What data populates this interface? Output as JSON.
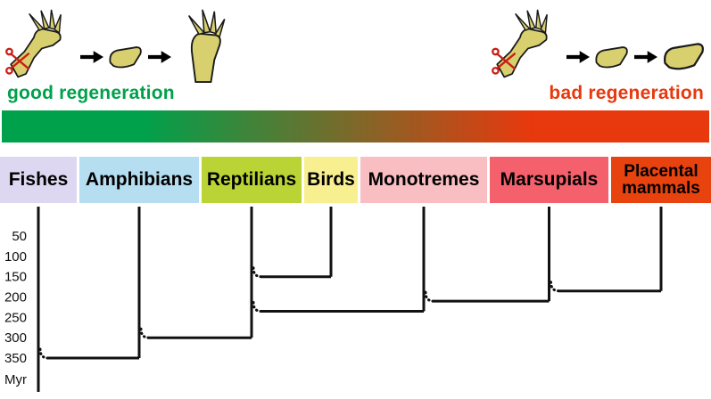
{
  "figure": {
    "good_label": "good regeneration",
    "bad_label": "bad regeneration",
    "good_color": "#00a14b",
    "bad_color": "#e8380d",
    "gradient": {
      "left": "#00a14b",
      "right": "#e8380d"
    }
  },
  "illustration": {
    "left_sequence": [
      "limb amputated with scissors",
      "stump",
      "regenerated limb with digits"
    ],
    "right_sequence": [
      "limb amputated with scissors",
      "stump",
      "unregenerated stump"
    ]
  },
  "taxa": [
    {
      "name": "Fishes",
      "color": "#ded7f2"
    },
    {
      "name": "Amphibians",
      "color": "#b5def0"
    },
    {
      "name": "Reptilians",
      "color": "#b9d434"
    },
    {
      "name": "Birds",
      "color": "#f8ef90"
    },
    {
      "name": "Monotremes",
      "color": "#f9bec2"
    },
    {
      "name": "Marsupials",
      "color": "#f4606c"
    },
    {
      "name": "Placental mammals",
      "color": "#e8430f"
    }
  ],
  "axis": {
    "ticks": [
      50,
      100,
      150,
      200,
      250,
      300,
      350
    ],
    "unit": "Myr"
  },
  "tree": {
    "type": "phylogeny",
    "joins": [
      {
        "clades": [
          "Reptilians",
          "Birds"
        ],
        "myr": 150
      },
      {
        "clades": [
          "Marsupials",
          "Placental mammals"
        ],
        "myr": 185
      },
      {
        "clades": [
          "Monotremes",
          "Marsupials+Placental mammals"
        ],
        "myr": 210
      },
      {
        "clades": [
          "Reptilians+Birds",
          "Mammals"
        ],
        "myr": 235
      },
      {
        "clades": [
          "Amphibians",
          "Amniotes"
        ],
        "myr": 300
      },
      {
        "clades": [
          "Fishes",
          "Tetrapods"
        ],
        "myr": 350
      }
    ]
  }
}
